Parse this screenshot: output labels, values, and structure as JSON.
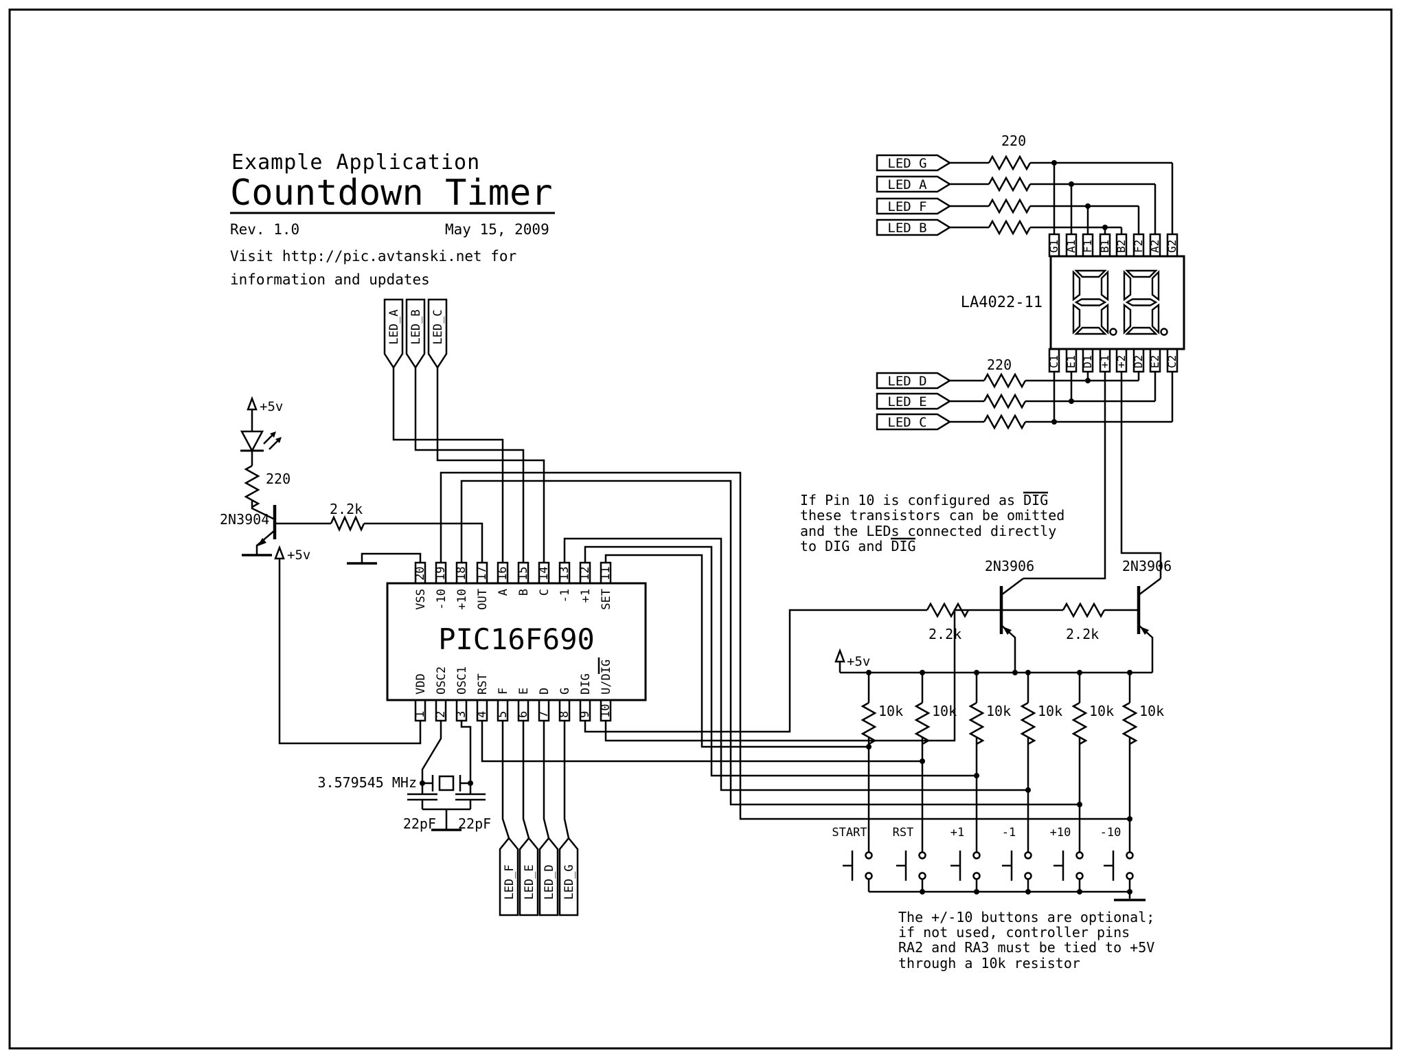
{
  "colors": {
    "ink": "#000000",
    "paper": "#ffffff"
  },
  "title_block": {
    "subtitle": "Example Application",
    "title": "Countdown Timer",
    "rev": "Rev. 1.0",
    "date": "May 15, 2009",
    "info_line1": "Visit http://pic.avtanski.net for",
    "info_line2": "information and updates"
  },
  "ic": {
    "name": "PIC16F690",
    "top_pins": [
      {
        "num": "20",
        "label": "VSS"
      },
      {
        "num": "19",
        "label": "-10"
      },
      {
        "num": "18",
        "label": "+10"
      },
      {
        "num": "17",
        "label": "OUT"
      },
      {
        "num": "16",
        "label": "A"
      },
      {
        "num": "15",
        "label": "B"
      },
      {
        "num": "14",
        "label": "C"
      },
      {
        "num": "13",
        "label": "-1"
      },
      {
        "num": "12",
        "label": "+1"
      },
      {
        "num": "11",
        "label": "SET"
      }
    ],
    "bottom_pins": [
      {
        "num": "1",
        "label": "VDD"
      },
      {
        "num": "2",
        "label": "OSC2"
      },
      {
        "num": "3",
        "label": "OSC1"
      },
      {
        "num": "4",
        "label": "RST"
      },
      {
        "num": "5",
        "label": "F"
      },
      {
        "num": "6",
        "label": "E"
      },
      {
        "num": "7",
        "label": "D"
      },
      {
        "num": "8",
        "label": "G"
      },
      {
        "num": "9",
        "label": "DIG"
      },
      {
        "num": "10",
        "label": "U/DIG"
      }
    ]
  },
  "display": {
    "name": "LA4022-11",
    "top_pins": [
      "G1",
      "A1",
      "F1",
      "B1",
      "B2",
      "F2",
      "A2",
      "G2"
    ],
    "bottom_pins": [
      "C1",
      "E1",
      "D1",
      "+1",
      "+2",
      "D2",
      "E2",
      "C2"
    ]
  },
  "flags": {
    "top_right": [
      "LED_G",
      "LED_A",
      "LED_F",
      "LED_B"
    ],
    "mid_right": [
      "LED_D",
      "LED_E",
      "LED_C"
    ],
    "above_ic": [
      "LED_A",
      "LED_B",
      "LED_C"
    ],
    "below_ic": [
      "LED_F",
      "LED_E",
      "LED_D",
      "LED_G"
    ]
  },
  "values": {
    "r220": "220",
    "r2k2": "2.2k",
    "r10k": "10k",
    "cap": "22pF",
    "crystal": "3.579545 MHz",
    "vcc": "+5v",
    "npn": "2N3904",
    "pnp": "2N3906"
  },
  "buttons": [
    "START",
    "RST",
    "+1",
    "-1",
    "+10",
    "-10"
  ],
  "notes": {
    "pin10_line1": "If Pin 10 is configured as DIG",
    "pin10_line2": "these transistors can be omitted",
    "pin10_line3": "and the LEDs connected directly",
    "pin10_line4": "to DIG and DIG",
    "optional_line1": "The +/-10 buttons are optional;",
    "optional_line2": "if not used, controller pins",
    "optional_line3": "RA2 and RA3 must be tied to +5V",
    "optional_line4": "through a 10k resistor"
  }
}
